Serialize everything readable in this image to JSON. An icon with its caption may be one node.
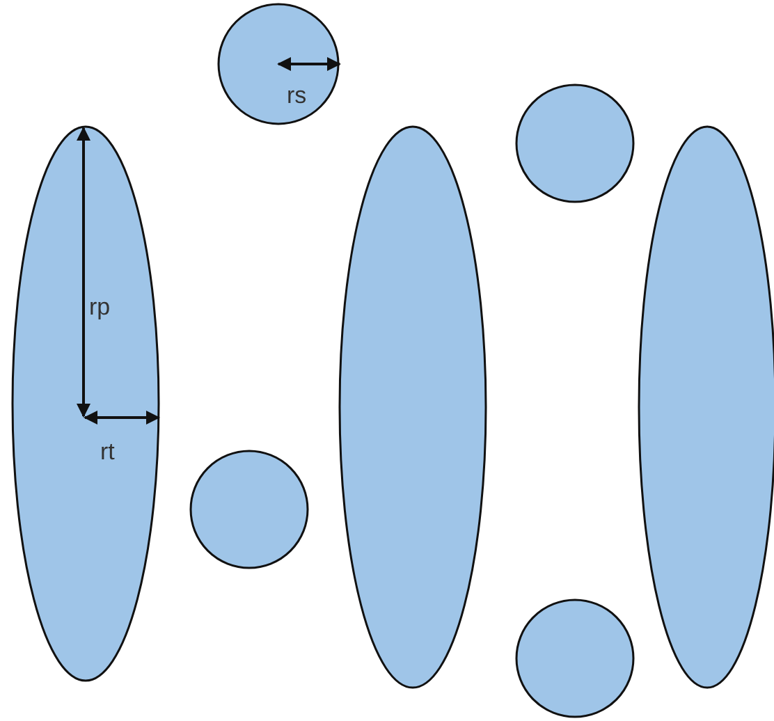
{
  "diagram": {
    "nodes": [
      {
        "text": [],
        "shape": "ellipse"
      },
      {
        "text": [],
        "shape": "circle"
      },
      {
        "text": [],
        "shape": "circle"
      },
      {
        "text": [],
        "shape": "ellipse"
      },
      {
        "text": [],
        "shape": "circle"
      },
      {
        "text": [],
        "shape": "circle"
      },
      {
        "text": [],
        "shape": "ellipse"
      }
    ],
    "labels": [
      "rs",
      "rp",
      "rt"
    ]
  }
}
